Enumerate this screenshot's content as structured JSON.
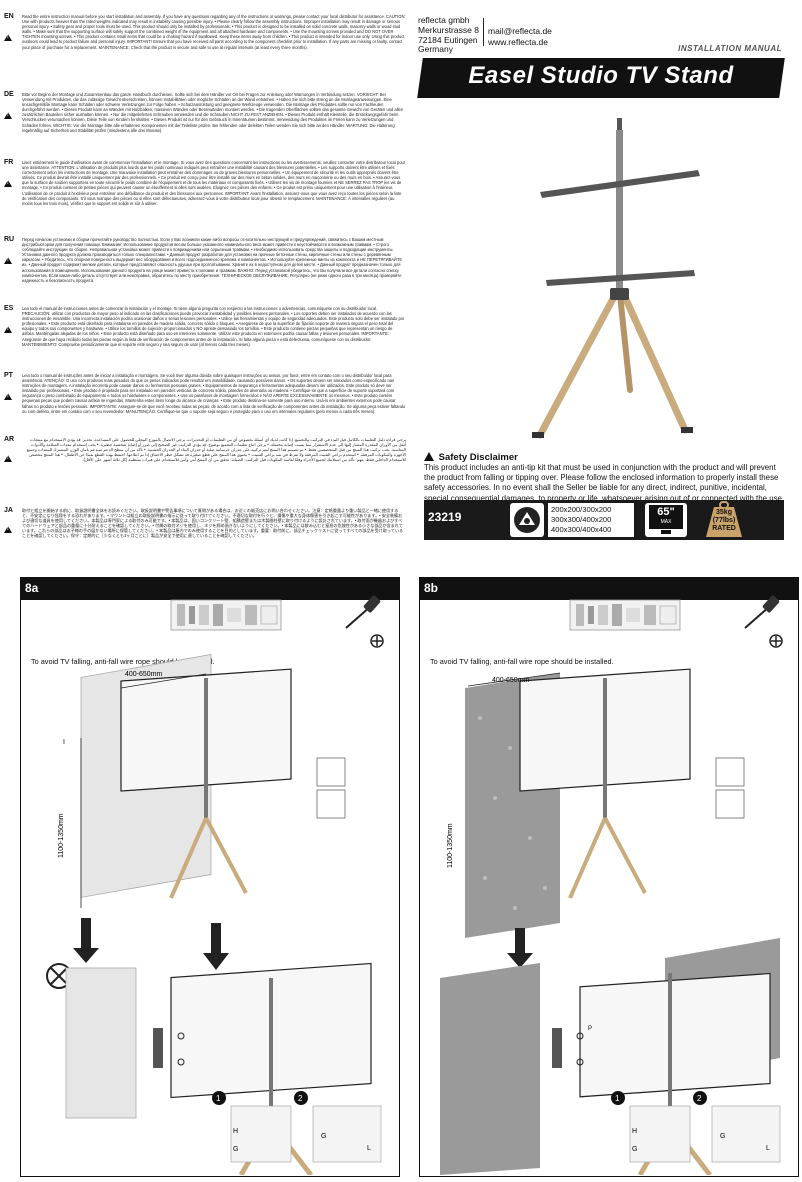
{
  "header": {
    "company_lines": [
      "reflecta gmbh",
      "Merkurstrasse 8",
      "72184 Eutingen",
      "Germany"
    ],
    "email": "mail@reflecta.de",
    "web": "www.reflecta.de",
    "install_label": "INSTALLATION MANUAL",
    "title": "Easel Studio TV Stand"
  },
  "languages": [
    {
      "code": "EN",
      "top": 0,
      "text": "Read the entire instruction manual before you start installation and assembly. If you have any questions regarding any of the instructions or warnings, please contact your local distributor for assistance. CAUTION: Use with products heavier than the rated weights indicated may result in instability causing possible injury. • Please clearly follow the assembly instructions. Improper installation may result in damage or serious personal injury. • Safety gear and proper tools must be used. This product should only be installed by professionals. • This product is designed to be installed on solid concrete walls, masonry walls or wood stud walls. • Make sure that the supporting surface will safely support the combined weight of the equipment and all attached hardware and components. • Use the mounting screws provided and DO NOT OVER TIGHTEN mounting screws. • This product contains small items that could be a choking hazard if swallowed. Keep these items away from children. • This product is intended for indoor use only. Using this product outdoors could lead to product failure and personal injury. IMPORTANT! Ensure that you have received all parts according to the component checklist prior to installation. If any parts are missing or faulty, contact your place of purchase for a replacement. MAINTENANCE: Check that the product is secure and safe to use at regular intervals (at least every three months)."
    },
    {
      "code": "DE",
      "text": "Bitte vor Beginn der Montage und Zusammenbau das ganze Handbuch durchlesen. Sollte sich bei dem Händler vor Ort bei Fragen zur Anleitung oder Warnungen in Verbindung setzen. VORSICHT: Bei Verwendung mit Produkten, die das zulässige Gewicht überschreiten, können Instabilitäten oder mögliche Schäden an der Wand entstehen. • Halten Sie sich bitte streng an die Montageanweisungen. Eine unsachgemäße Montage kann Schäden oder schwere Verletzungen zur Folge haben. • Schutzausrüstung und geeignete Werkzeuge verwenden. Die Montage des Produktes sollte nur von Fachleuten durchgeführt werden. • Dieses Produkt kann an Wänden mit Holzbalken, massiven Wänden oder Betonwänden montiert werden. • Die tragenden Oberflächen sollten das gesamte Gewicht von Geräten und allen zusätzlichen Bauteilen sicher aushalten können. • Nur die mitgelieferten Schrauben verwenden und die Schrauben NICHT ZU FEST ANZIEHEN. • Dieses Produkt enthält Kleinteile, die Erstickungsgefahr beim Verschlucken verursachen können. Diese Teile von Kindern fernhalten. • Dieses Produkt ist nur für den Gebrauch in Innenräumen bestimmt. Verwendung des Produktes im Freien kann zu Verletzungen und Schäden führen. WICHTIG: Vor der Montage bitte alle erhaltenen Komponenten mit der Teileliste prüfen. Bei fehlenden oder defekten Teilen wenden Sie sich bitte an den Händler. WARTUNG: Die Halterung regelmäßig auf Sicherheit und Stabilität prüfen (mindestens alle drei Monate)."
    },
    {
      "code": "FR",
      "text": "Lisez entièrement le guide d'utilisation avant de commencer l'installation et le montage. Si vous avez des questions concernant les instructions ou les avertissements, veuillez contacter votre distributeur local pour une assistance. ATTENTION: L'utilisation de produits plus lourds que les poids nominaux indiqués peut entraîner une instabilité causant des blessures potentielles. • Les supports doivent être utilisés et fixés correctement selon les instructions de montage. Une mauvaise installation peut entraîner des dommages ou de graves blessures personnelles. • Un équipement de sécurité et les outils appropriés doivent être utilisés. Ce produit devrait être installé uniquement par des professionnels. • Ce produit est conçu pour être installé sur des murs en béton solides, des murs en maçonnerie ou des murs en bois. • Assurez-vous que la surface de soutien supportera en toute sécurité le poids combiné de l'équipement et de tous les matériaux et composants fixés. • Utilisez les vis de montage fournies et NE SERREZ PAS TROP les vis de montage. • Ce produit contient de petites pièces qui peuvent causer un étouffement si elles sont avalées. Éloignez ces pièces des enfants. • Ce produit est prévu uniquement pour une utilisation à l'intérieur. L'utilisation de ce produit à l'extérieur peut entraîner une défaillance du produit et des blessures aux personnes. IMPORTANT: Avant l'installation, assurez-vous que vous avez reçu toutes les pièces selon la liste de vérification des composants. S'il vous manque des pièces ou si elles sont défectueuses, adressez-vous à votre distributeur local pour obtenir le remplacement. MAINTENANCE: À intervalles réguliers (au moins tous les trois mois), vérifiez que le support est solide et sûr à utiliser."
    },
    {
      "code": "RU",
      "text": "Перед началом установки и сборки прочитайте руководство полностью. Если у Вас возникли какие-либо вопросы относительно инструкций и предупреждений, свяжитесь с Вашим местным дистрибьютором для получения помощи. Внимание: Использование продуктов весом больше указанного номинального веса может привести к неустойчивости и возможным травмам. • Строго соблюдайте инструкции по сборке. Неправильная установка может привести к повреждениям или серьезным травмам. • Необходимо использовать средства защиты и подходящие инструменты. Установка данного продукта должна производиться только специалистами. • Данный продукт разработан для установки на прочные бетонные стены, кирпичные стены или стены с деревянным каркасом. • Убедитесь, что опорная поверхность выдержит вес оборудования и всего подсоединенного крепежа и компонентов. • Используйте крепежные винты из комплекта и НЕ ПЕРЕТЯГИВАЙТЕ их. • Данный продукт содержит мелкие детали, которые представляют опасность удушья при проглатывании. Храните их в недоступном для детей месте. • Данный продукт предназначен только для использования в помещениях. Использование данного продукта на улице может привести к поломке и травмам. ВАЖНО: Перед установкой убедитесь, что Вы получили все детали согласно списку компонентов. Если какая-либо деталь отсутствует или неисправна, обратитесь по месту приобретения. ТЕХНИЧЕСКОЕ ОБСЛУЖИВАНИЕ: Регулярно (не реже одного раза в три месяца) проверяйте надежность и безопасность продукта."
    },
    {
      "code": "ES",
      "text": "Lea todo el manual de instrucciones antes de comenzar la instalación y el montaje. Si tiene alguna pregunta con respecto a las instrucciones o advertencias, comuníquese con su distribuidor local. PRECAUCIÓN: utilizar con productos de mayor peso al indicado en las clasificaciones puede provocar inestabilidad y posibles lesiones personales. • Los soportes deben ser instalados de acuerdo con las instrucciones de ensamble. Una incorrecta instalación podría ocasionar daños o serias lesiones personales. • Utilice las herramientas y equipo de seguridad adecuados. Este producto solo debe ser instalado por profesionales. • Este producto está diseñado para instalarse en paredes de madera sólida, concreto sólido o bloques. • Asegúrese de que la superficie de fijación soporte de manera segura el peso total del equipo y todos sus componentes y hardware. • Utilice los tornillos de sujeción proporcionados y NO apriete demasiado los tornillos. • Este producto contiene piezas pequeñas que representan un riesgo de asfixia. Manténgalas alejadas de los niños. • Este producto está diseñado para uso en interiores solamente. Utilizar este producto en exteriores podría causar fallas y lesiones personales. IMPORTANTE: Asegúrese de que haya recibido todas las piezas según la lista de verificación de componentes antes de la instalación. Si falta alguna pieza o está defectuosa, comuníquese con su distribuidor. MANTENIMIENTO: Compruebe periódicamente que el soporte esté seguro y sea seguro de usar (al menos cada tres meses)."
    },
    {
      "code": "PT",
      "text": "Leia todo o manual de instruções antes de iniciar a instalação e montagem. Se você tiver alguma dúvida sobre quaisquer instruções ou avisos, por favor, entre em contato com o seu distribuidor local para assistência. ATENÇÃO: O uso com produtos mais pesados do que os pesos indicados pode resultar em instabilidade, causando possíveis danos. • Os suportes devem ser anexados como especificado nas instruções de montagem. A instalação incorreta pode causar danos ou ferimentos pessoais graves. • Equipamentos de segurança e ferramentas adequadas devem ser utilizados. Este produto só deve ser instalado por profissionais. • Este produto é projetado para ser instalado em paredes verticais de concreto sólido, paredes de alvenaria ou madeira. • Certifique-se que a superfície de suporte suportará com segurança o peso combinado do equipamento e todos os hardwares e componentes. • Use os parafusos de montagem fornecidos e NÃO APERTE EXCESSIVAMENTE os mesmos. • Este produto contém pequenas peças que podem causar asfixia se ingeridas. Mantenha estes itens longe do alcance de crianças. • Este produto destina-se somente para uso interno. Usá-lo em ambientes externos pode causar falhas no produto e lesões pessoais. IMPORTANTE: Assegure-se de que você recebeu todas as peças, de acordo com a lista de verificação de componentes antes da instalação. Se alguma peça estiver faltando ou com defeito, entre em contato com o seu revendedor. MANUTENÇÃO: Certifique-se que o suporte seja seguro e protegido para o uso em intervalos regulares (pelo menos a cada três meses)."
    },
    {
      "code": "AR",
      "text": "يرجى قراءة دليل التعليمات بالكامل قبل البدء في التركيب والتجميع. إذا كانت لديك أي أسئلة بخصوص أي من التعليمات أو التحذيرات، يرجى الاتصال بالموزع المحلي للحصول على المساعدة. تحذير: قد يؤدي الاستخدام مع منتجات أثقل من الأوزان المقدرة المشار إليها إلى عدم الاستقرار مما يسبب إصابة محتملة. • يرجى اتباع تعليمات التجميع بوضوح. قد يؤدي التركيب غير الصحيح إلى ضرر أو إصابة شخصية خطيرة. • يجب استخدام معدات السلامة والأدوات المناسبة. يجب تركيب هذا المنتج من قبل المتخصصين فقط. • تم تصميم هذا المنتج ليتم تركيبه على جدران خرسانية صلبة أو جدران البناء أو الجدران الخشبية. • تأكد من أن سطح الدعم سيدعم بأمان الوزن المشترك للمعدات وجميع الأجهزة والمكونات المرفقة. • استخدم براغي التثبيت المرفقة ولا تفرط في شد براغي التثبيت. • يحتوي هذا المنتج على قطع صغيرة قد تشكل خطر الاختناق إذا تم ابتلاعها. احتفظ بهذه القطع بعيدًا عن الأطفال. • هذا المنتج مخصص للاستخدام الداخلي فقط. مهم: تأكد من استلامك لجميع الأجزاء وفقًا لقائمة المكونات قبل التركيب. الصيانة: تحقق من أن المنتج آمن وآمن للاستخدام على فترات منتظمة (كل ثلاثة أشهر على الأقل)."
    },
    {
      "code": "JA",
      "text": "取付と組立を開始する前に、取扱説明書全体をお読みください。取扱説明書や警告事項について質問がある場合は、お近くの販売店にお問い合わせください。注意：定格重量より重い製品と一緒に使用すると、不安定になり怪我をする恐れがあります。• マウントは組立の取扱説明書の指示に従って取り付けてください。不適切な取付を行うと、損傷や重大な身体傷害を引き起こす可能性があります。• 安全装備および適切な道具を使用してください。本製品は専門家による取付のみ可能です。• 本製品は、固いコンクリート壁、組積造壁または木製間柱壁に取り付けるように設計されています。• 取付面が機器およびすべてのハードウェアと部品の重量に十分耐えることを確認してください。• 付属の取付ネジを使用し、ネジを締め過ぎないようにしてください。• 本製品には飲み込むと窒息の危険性がある小さな部品が含まれています。これらの部品はお子様の手の届かない場所に保管してください。• 本製品は屋内でのみ使用することを目的としています。重要：取付前に、部品チェックリストに従ってすべての部品を受け取っていることを確認してください。保守：定期的に（少なくとも3ヶ月ごとに）製品が安全で使用に適していることを確認してください。"
    }
  ],
  "disclaimer": {
    "title": "Safety Disclaimer",
    "text": "This product includes an anti-tip kit that must be used in conjunction with the product and will prevent the product from falling or tipping over. Please follow the enclosed information to properly install these safety accessories. In no event shall the Seller be liable for any direct, indirect, punitive, incidental, special consequential damages, to property or life, whatsoever arising out of or connected with the use or misuse of this product."
  },
  "specs": {
    "model": "23219",
    "vesa": [
      "200x200/300x200",
      "300x300/400x200",
      "400x300/400x400"
    ],
    "screen_size": "65\"",
    "screen_max": "MAX",
    "weight": [
      "35kg",
      "(77lbs)",
      "RATED"
    ]
  },
  "panels": [
    {
      "label": "8a",
      "note": "To avoid TV falling, anti-fall wire rope should be installed.",
      "width_dim": "400-650mm",
      "height_dim": "1100-1350mm"
    },
    {
      "label": "8b",
      "note": "To avoid TV falling, anti-fall wire rope should be installed.",
      "width_dim": "400-650mm",
      "height_dim": "1100-1350mm"
    }
  ],
  "step_labels": {
    "h": "H",
    "g": "G",
    "l": "L",
    "p": "P",
    "i": "I",
    "one": "1",
    "two": "2"
  },
  "colors": {
    "dark": "#111111",
    "wall_a": "#e6e6e6",
    "wall_b": "#9a9a9a",
    "stand": "#c9ab7e"
  }
}
